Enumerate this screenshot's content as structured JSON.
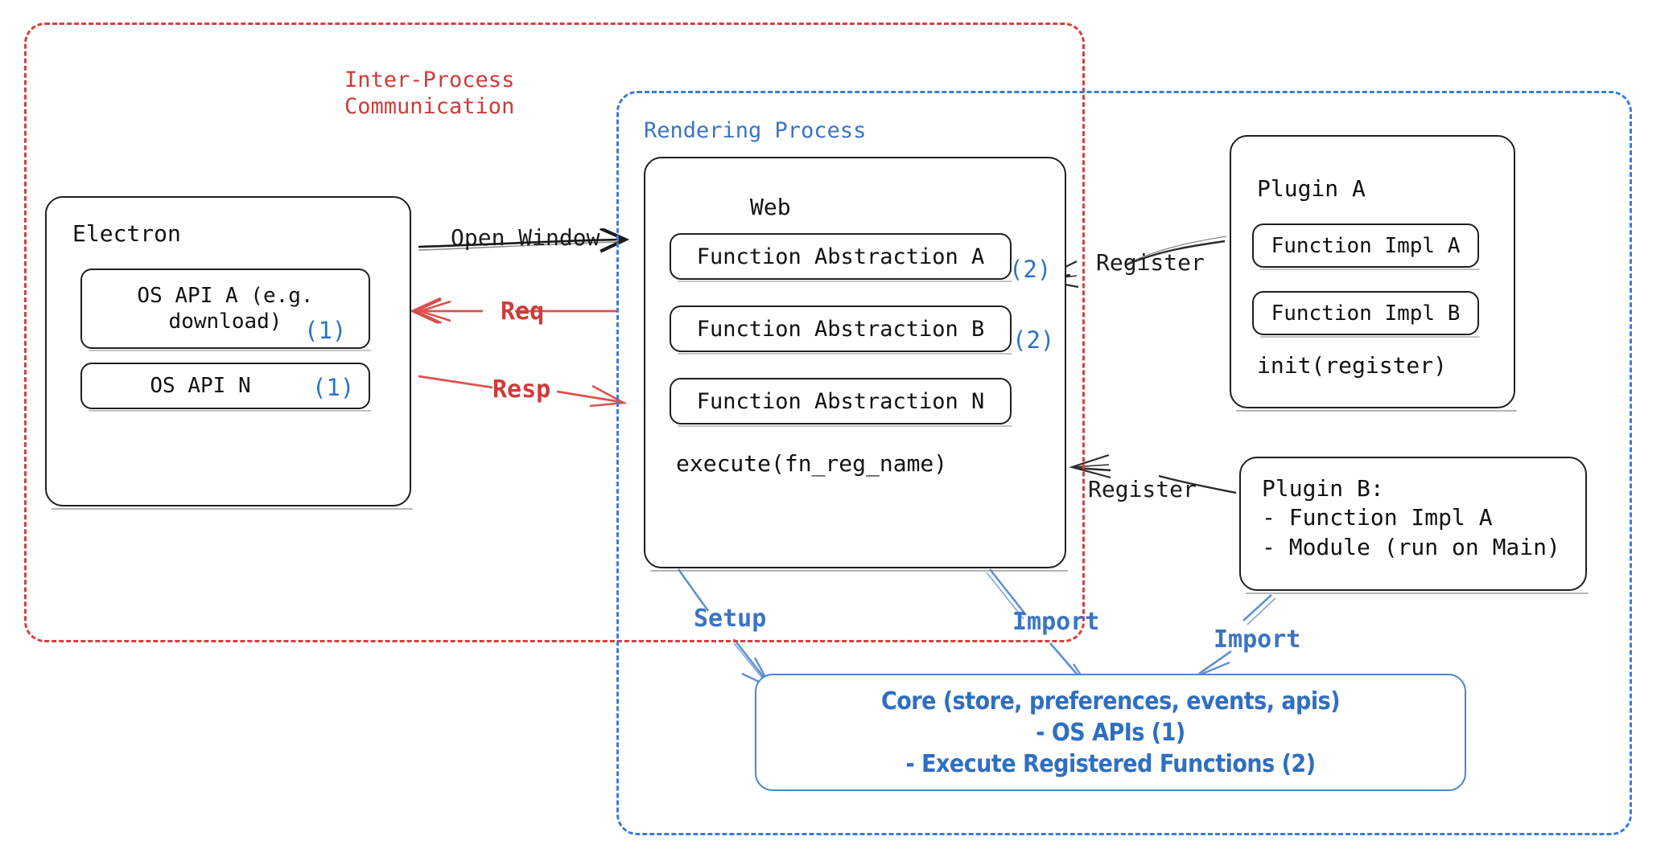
{
  "diagram": {
    "title": "Electron plugin architecture diagram",
    "colors": {
      "ipc_red": "#cf3b38",
      "render_blue": "#3b74c4",
      "core_blue": "#2f6fc0",
      "ink_black": "#1b1b1b",
      "tag_blue": "#2f72c4"
    },
    "groups": [
      {
        "id": "ipc",
        "label": "Inter-Process\nCommunication",
        "color": "#cf3b38",
        "style": "dashed"
      },
      {
        "id": "rendering",
        "label": "Rendering Process",
        "color": "#3b74c4",
        "style": "dashed"
      }
    ],
    "electron": {
      "title": "Electron",
      "items": [
        {
          "label": "OS API A (e.g.\ndownload)",
          "tag": "(1)"
        },
        {
          "label": "OS API N",
          "tag": "(1)"
        }
      ]
    },
    "web": {
      "title": "Web",
      "items": [
        {
          "label": "Function Abstraction A",
          "tag": "(2)"
        },
        {
          "label": "Function Abstraction B",
          "tag": "(2)"
        },
        {
          "label": "Function Abstraction N",
          "tag": ""
        }
      ],
      "footer": "execute(fn_reg_name)"
    },
    "plugin_a": {
      "title": "Plugin A",
      "items": [
        {
          "label": "Function Impl A"
        },
        {
          "label": "Function Impl B"
        }
      ],
      "footer": "init(register)"
    },
    "plugin_b": {
      "lines": [
        "Plugin B:",
        "- Function Impl A",
        "- Module (run on Main)"
      ]
    },
    "core": {
      "lines": [
        "Core (store, preferences, events, apis)",
        "- OS APIs (1)",
        "- Execute Registered Functions (2)"
      ]
    },
    "edges": [
      {
        "id": "open-window",
        "label": "Open Window",
        "color": "black",
        "from": "electron",
        "to": "web"
      },
      {
        "id": "req",
        "label": "Req",
        "color": "red",
        "from": "rendering",
        "to": "electron"
      },
      {
        "id": "resp",
        "label": "Resp",
        "color": "red",
        "from": "electron",
        "to": "rendering"
      },
      {
        "id": "register-a",
        "label": "Register",
        "color": "black",
        "from": "plugin-a",
        "to": "web"
      },
      {
        "id": "register-b",
        "label": "Register",
        "color": "black",
        "from": "plugin-b",
        "to": "web"
      },
      {
        "id": "setup",
        "label": "Setup",
        "color": "blue",
        "from": "web",
        "to": "core"
      },
      {
        "id": "import-web",
        "label": "Import",
        "color": "blue",
        "from": "web",
        "to": "core"
      },
      {
        "id": "import-plugin-b",
        "label": "Import",
        "color": "blue",
        "from": "plugin-b",
        "to": "core"
      }
    ]
  }
}
